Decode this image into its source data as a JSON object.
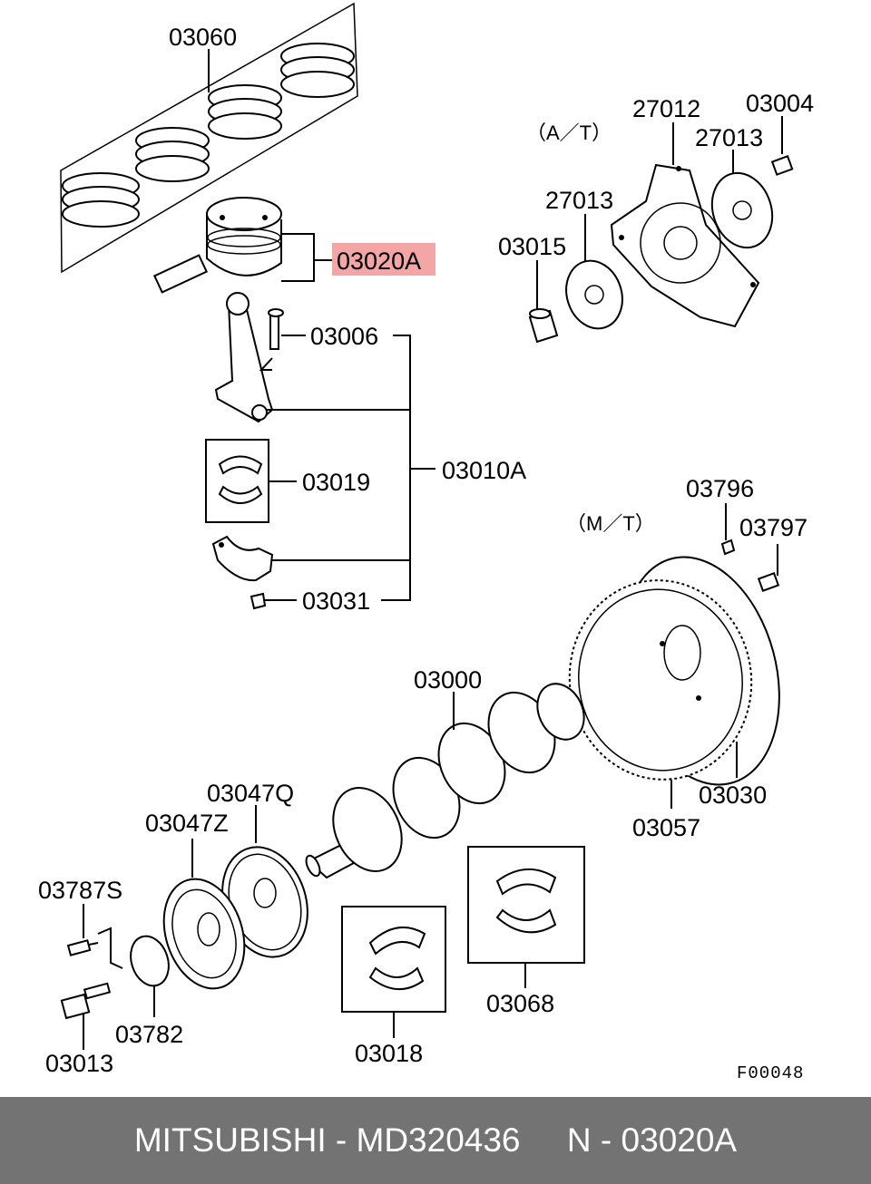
{
  "diagram": {
    "labels": {
      "p03060": "03060",
      "p03020A": "03020A",
      "p03006": "03006",
      "p03019": "03019",
      "p03010A": "03010A",
      "p03031": "03031",
      "p27012": "27012",
      "p03004": "03004",
      "p27013a": "27013",
      "p27013b": "27013",
      "p03015": "03015",
      "p03796": "03796",
      "p03797": "03797",
      "p03000": "03000",
      "p03030": "03030",
      "p03057": "03057",
      "p03047Q": "03047Q",
      "p03047Z": "03047Z",
      "p03787S": "03787S",
      "p03782": "03782",
      "p03013": "03013",
      "p03018": "03018",
      "p03068": "03068"
    },
    "notes": {
      "at": "（A／T）",
      "mt": "（M／T）"
    },
    "figure_code": "F00048",
    "highlight_color": "#f4a6a6"
  },
  "footer": {
    "brand": "MITSUBISHI",
    "sep1": " - ",
    "part_number": "MD320436",
    "gap": "     ",
    "ref_prefix": "N",
    "sep2": " - ",
    "ref_code": "03020A",
    "background": "#737373"
  }
}
